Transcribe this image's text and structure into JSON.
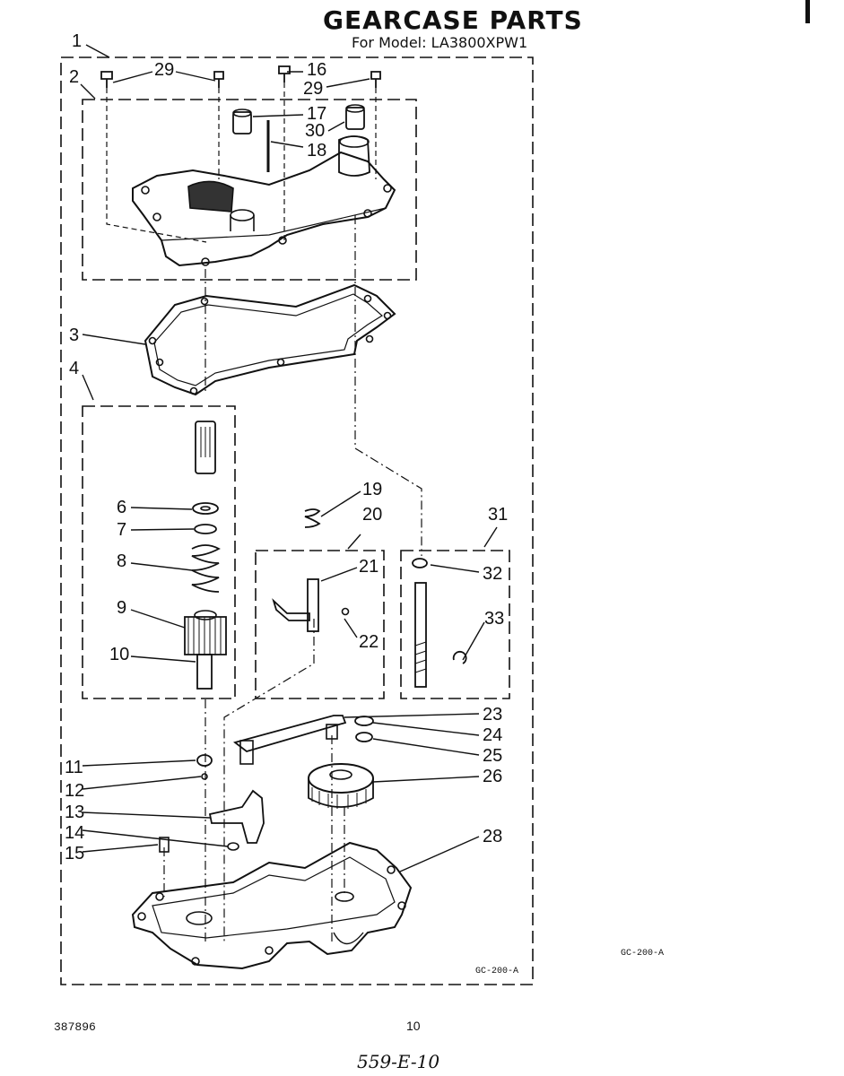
{
  "header": {
    "title": "GEARCASE PARTS",
    "model_line": "For Model: LA3800XPW1"
  },
  "callouts": {
    "c1": "1",
    "c2": "2",
    "c3": "3",
    "c4": "4",
    "c6": "6",
    "c7": "7",
    "c8": "8",
    "c9": "9",
    "c10": "10",
    "c11": "11",
    "c12": "12",
    "c13": "13",
    "c14": "14",
    "c15": "15",
    "c16": "16",
    "c17": "17",
    "c18": "18",
    "c19": "19",
    "c20": "20",
    "c21": "21",
    "c22": "22",
    "c23": "23",
    "c24": "24",
    "c25": "25",
    "c26": "26",
    "c28": "28",
    "c29a": "29",
    "c29b": "29",
    "c30": "30",
    "c31": "31",
    "c32": "32",
    "c33": "33"
  },
  "codes": {
    "diagram_code_side": "GC-200-A",
    "diagram_code_box": "GC-200-A"
  },
  "footer": {
    "doc_number": "387896",
    "page_number": "10",
    "handwritten_note": "559-E-10"
  }
}
